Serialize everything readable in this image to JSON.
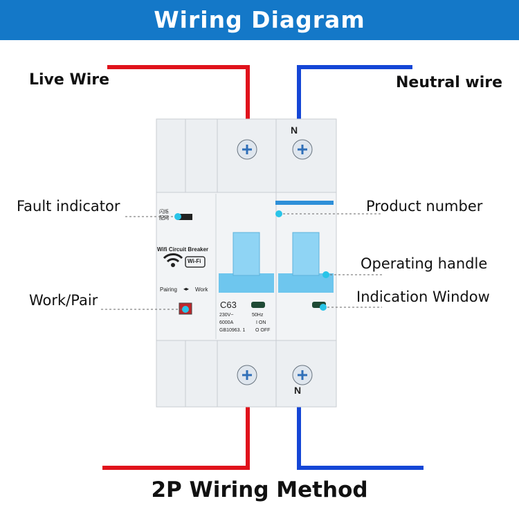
{
  "header": {
    "title": "Wiring Diagram"
  },
  "labels": {
    "live_wire": "Live Wire",
    "neutral_wire": "Neutral wire",
    "fault_indicator": "Fault indicator",
    "work_pair": "Work/Pair",
    "product_number": "Product number",
    "operating_handle": "Operating handle",
    "indication_window": "Indication Window"
  },
  "device": {
    "top_pole_label": "N",
    "bottom_pole_label": "N",
    "brand_text": "Wifi Circuit Breaker",
    "wifi_badge": "Wi-Fi",
    "indicator_cn_1": "闪烁",
    "indicator_cn_2": "配网",
    "pairing_text": "Pairing",
    "work_text": "Work",
    "rating_model": "C63",
    "voltage": "230V~",
    "frequency": "50Hz",
    "capacity": "6000A",
    "on_label": "I ON",
    "standard": "GB10963. 1",
    "off_label": "O OFF"
  },
  "footer": {
    "title": "2P Wiring Method"
  },
  "colors": {
    "header_bg": "#1478c8",
    "live": "#e0121b",
    "neutral": "#1446d6",
    "handle": "#6ec6ee",
    "callout_dot": "#29c4e8",
    "body": "#eceff2"
  },
  "icons": [
    "wifi-icon",
    "screw-icon",
    "arrow-icon"
  ]
}
